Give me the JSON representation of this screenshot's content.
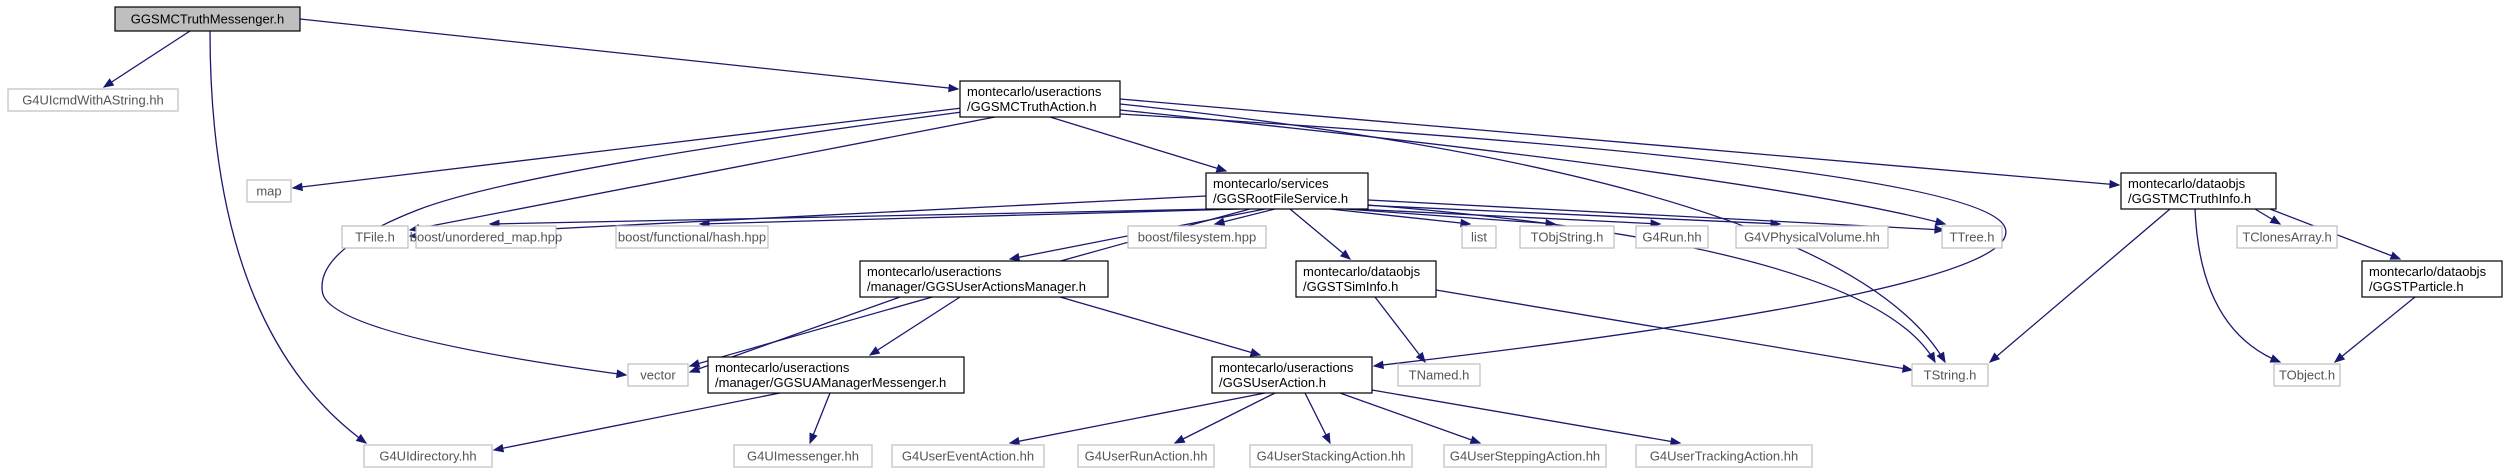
{
  "graph": {
    "colors": {
      "edge": "#191970",
      "documented_border": "#000000",
      "external_border": "#bfbfbf",
      "root_fill": "#bfbfbf",
      "background": "#ffffff"
    },
    "nodes": [
      {
        "id": "root",
        "kind": "root",
        "lines": [
          "GGSMCTruthMessenger.h"
        ]
      },
      {
        "id": "cmdstring",
        "kind": "external",
        "lines": [
          "G4UIcmdWithAString.hh"
        ]
      },
      {
        "id": "action",
        "kind": "documented",
        "lines": [
          "montecarlo/useractions",
          "/GGSMCTruthAction.h"
        ]
      },
      {
        "id": "map",
        "kind": "external",
        "lines": [
          "map"
        ]
      },
      {
        "id": "rootfile",
        "kind": "documented",
        "lines": [
          "montecarlo/services",
          "/GGSRootFileService.h"
        ]
      },
      {
        "id": "truthinfo",
        "kind": "documented",
        "lines": [
          "montecarlo/dataobjs",
          "/GGSTMCTruthInfo.h"
        ]
      },
      {
        "id": "tfile",
        "kind": "external",
        "lines": [
          "TFile.h"
        ]
      },
      {
        "id": "umap",
        "kind": "external",
        "lines": [
          "boost/unordered_map.hpp"
        ]
      },
      {
        "id": "hash",
        "kind": "external",
        "lines": [
          "boost/functional/hash.hpp"
        ]
      },
      {
        "id": "uam",
        "kind": "documented",
        "lines": [
          "montecarlo/useractions",
          "/manager/GGSUserActionsManager.h"
        ]
      },
      {
        "id": "fs",
        "kind": "external",
        "lines": [
          "boost/filesystem.hpp"
        ]
      },
      {
        "id": "siminfo",
        "kind": "documented",
        "lines": [
          "montecarlo/dataobjs",
          "/GGSTSimInfo.h"
        ]
      },
      {
        "id": "list",
        "kind": "external",
        "lines": [
          "list"
        ]
      },
      {
        "id": "tobjstring",
        "kind": "external",
        "lines": [
          "TObjString.h"
        ]
      },
      {
        "id": "g4run",
        "kind": "external",
        "lines": [
          "G4Run.hh"
        ]
      },
      {
        "id": "g4vpv",
        "kind": "external",
        "lines": [
          "G4VPhysicalVolume.hh"
        ]
      },
      {
        "id": "ttree",
        "kind": "external",
        "lines": [
          "TTree.h"
        ]
      },
      {
        "id": "tclones",
        "kind": "external",
        "lines": [
          "TClonesArray.h"
        ]
      },
      {
        "id": "particle",
        "kind": "documented",
        "lines": [
          "montecarlo/dataobjs",
          "/GGSTParticle.h"
        ]
      },
      {
        "id": "vector",
        "kind": "external",
        "lines": [
          "vector"
        ]
      },
      {
        "id": "uamm",
        "kind": "documented",
        "lines": [
          "montecarlo/useractions",
          "/manager/GGSUAManagerMessenger.h"
        ]
      },
      {
        "id": "useraction",
        "kind": "documented",
        "lines": [
          "montecarlo/useractions",
          "/GGSUserAction.h"
        ]
      },
      {
        "id": "tnamed",
        "kind": "external",
        "lines": [
          "TNamed.h"
        ]
      },
      {
        "id": "tstring",
        "kind": "external",
        "lines": [
          "TString.h"
        ]
      },
      {
        "id": "tobject",
        "kind": "external",
        "lines": [
          "TObject.h"
        ]
      },
      {
        "id": "uidir",
        "kind": "external",
        "lines": [
          "G4UIdirectory.hh"
        ]
      },
      {
        "id": "uimsg",
        "kind": "external",
        "lines": [
          "G4UImessenger.hh"
        ]
      },
      {
        "id": "evt",
        "kind": "external",
        "lines": [
          "G4UserEventAction.hh"
        ]
      },
      {
        "id": "runact",
        "kind": "external",
        "lines": [
          "G4UserRunAction.hh"
        ]
      },
      {
        "id": "stack",
        "kind": "external",
        "lines": [
          "G4UserStackingAction.hh"
        ]
      },
      {
        "id": "step",
        "kind": "external",
        "lines": [
          "G4UserSteppingAction.hh"
        ]
      },
      {
        "id": "track",
        "kind": "external",
        "lines": [
          "G4UserTrackingAction.hh"
        ]
      }
    ],
    "edges": [
      {
        "from": "root",
        "to": "cmdstring"
      },
      {
        "from": "root",
        "to": "action"
      },
      {
        "from": "root",
        "to": "uidir"
      },
      {
        "from": "action",
        "to": "map"
      },
      {
        "from": "action",
        "to": "rootfile"
      },
      {
        "from": "action",
        "to": "truthinfo"
      },
      {
        "from": "action",
        "to": "tfile"
      },
      {
        "from": "action",
        "to": "vector"
      },
      {
        "from": "action",
        "to": "ttree"
      },
      {
        "from": "action",
        "to": "tstring"
      },
      {
        "from": "action",
        "to": "useraction"
      },
      {
        "from": "rootfile",
        "to": "tfile"
      },
      {
        "from": "rootfile",
        "to": "umap"
      },
      {
        "from": "rootfile",
        "to": "hash"
      },
      {
        "from": "rootfile",
        "to": "uam"
      },
      {
        "from": "rootfile",
        "to": "fs"
      },
      {
        "from": "rootfile",
        "to": "siminfo"
      },
      {
        "from": "rootfile",
        "to": "list"
      },
      {
        "from": "rootfile",
        "to": "tobjstring"
      },
      {
        "from": "rootfile",
        "to": "g4run"
      },
      {
        "from": "rootfile",
        "to": "g4vpv"
      },
      {
        "from": "rootfile",
        "to": "ttree"
      },
      {
        "from": "rootfile",
        "to": "tstring"
      },
      {
        "from": "rootfile",
        "to": "vector"
      },
      {
        "from": "uam",
        "to": "vector"
      },
      {
        "from": "uam",
        "to": "uamm"
      },
      {
        "from": "uam",
        "to": "useraction"
      },
      {
        "from": "siminfo",
        "to": "tnamed"
      },
      {
        "from": "siminfo",
        "to": "tstring"
      },
      {
        "from": "uamm",
        "to": "uidir"
      },
      {
        "from": "uamm",
        "to": "uimsg"
      },
      {
        "from": "useraction",
        "to": "evt"
      },
      {
        "from": "useraction",
        "to": "runact"
      },
      {
        "from": "useraction",
        "to": "stack"
      },
      {
        "from": "useraction",
        "to": "step"
      },
      {
        "from": "useraction",
        "to": "track"
      },
      {
        "from": "truthinfo",
        "to": "tstring"
      },
      {
        "from": "truthinfo",
        "to": "tclones"
      },
      {
        "from": "truthinfo",
        "to": "particle"
      },
      {
        "from": "truthinfo",
        "to": "tobject"
      },
      {
        "from": "particle",
        "to": "tobject"
      }
    ]
  }
}
